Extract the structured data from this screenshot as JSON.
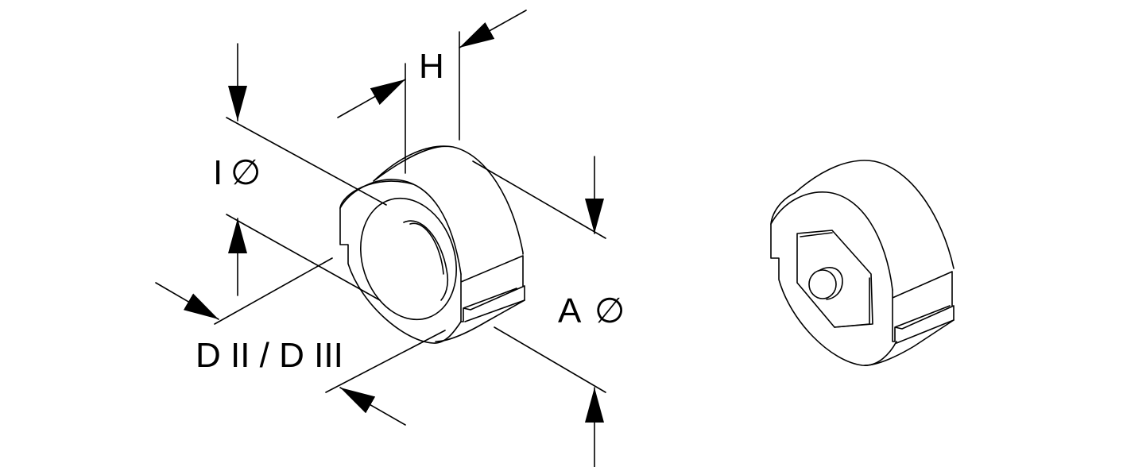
{
  "labels": {
    "height": "H",
    "inner_diameter": "I",
    "outer_diameter": "A",
    "slot_dimension": "D II / D III",
    "diameter_symbol": "∅"
  },
  "colors": {
    "stroke": "#000000",
    "background": "#ffffff"
  }
}
